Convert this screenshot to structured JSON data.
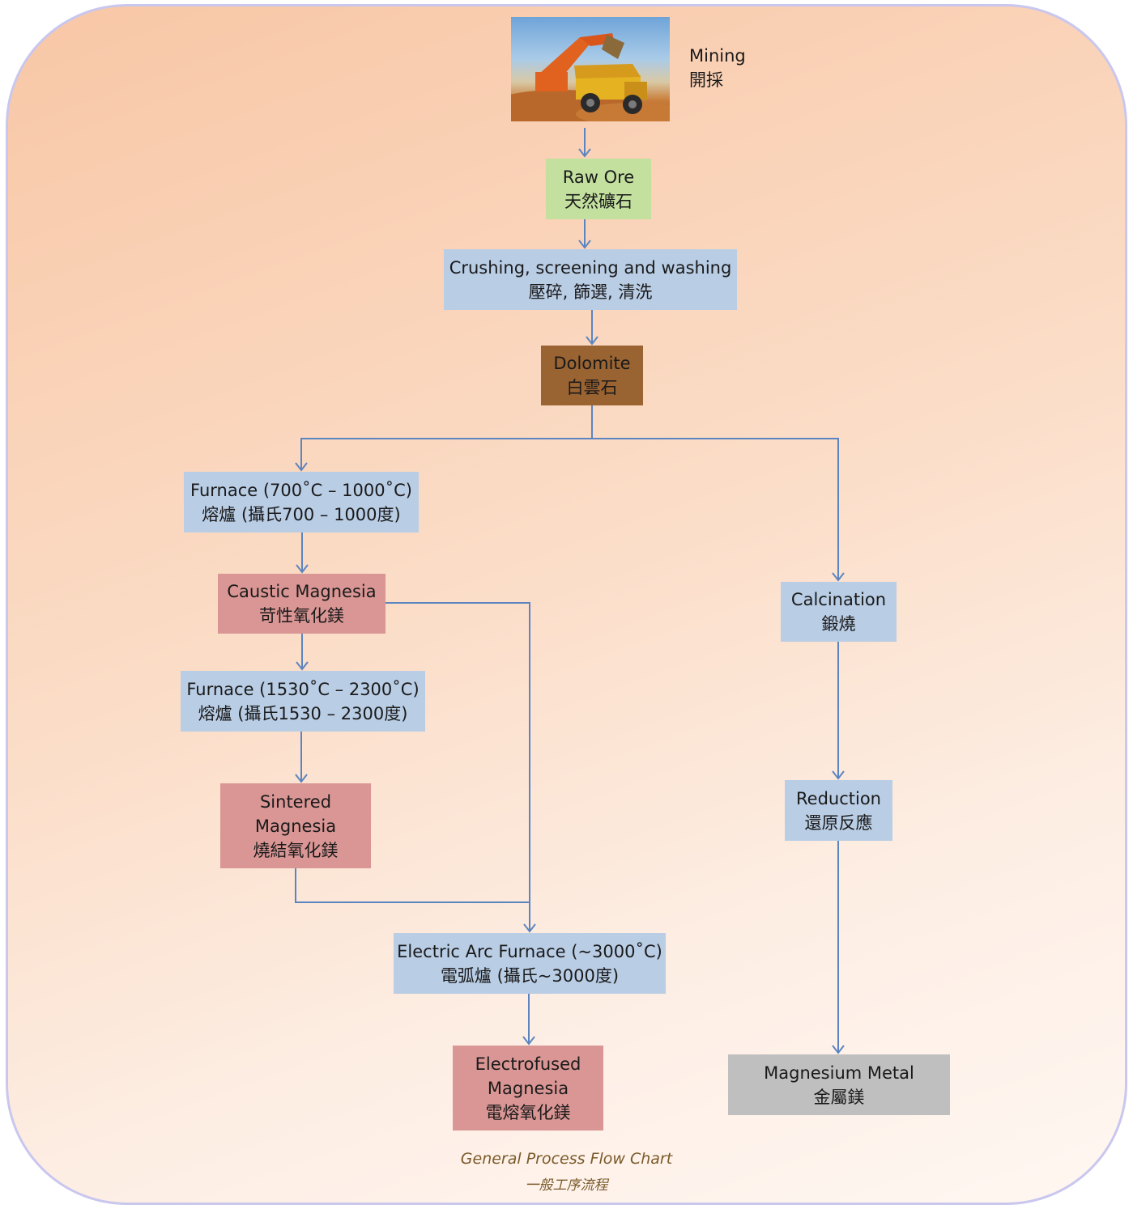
{
  "mining": {
    "en": "Mining",
    "zh": "開採"
  },
  "nodes": {
    "raw_ore": {
      "en": "Raw Ore",
      "zh": "天然礦石"
    },
    "crushing": {
      "en": "Crushing, screening and washing",
      "zh": "壓碎, 篩選, 清洗"
    },
    "dolomite": {
      "en": "Dolomite",
      "zh": "白雲石"
    },
    "furnace1": {
      "en": "Furnace (700˚C – 1000˚C)",
      "zh": "熔爐 (攝氏700 – 1000度)"
    },
    "caustic": {
      "en": "Caustic Magnesia",
      "zh": "苛性氧化鎂"
    },
    "furnace2": {
      "en": "Furnace (1530˚C – 2300˚C)",
      "zh": "熔爐 (攝氏1530 – 2300度)"
    },
    "sintered": {
      "en1": "Sintered",
      "en2": "Magnesia",
      "zh": "燒結氧化鎂"
    },
    "arc_furnace": {
      "en": "Electric Arc Furnace (~3000˚C)",
      "zh": "電弧爐 (攝氏~3000度)"
    },
    "electrofused": {
      "en1": "Electrofused",
      "en2": "Magnesia",
      "zh": "電熔氧化鎂"
    },
    "calcination": {
      "en": "Calcination",
      "zh": "鍛燒"
    },
    "reduction": {
      "en": "Reduction",
      "zh": "還原反應"
    },
    "metal": {
      "en": "Magnesium Metal",
      "zh": "金屬鎂"
    }
  },
  "caption": {
    "en": "General Process Flow Chart",
    "zh": "一般工序流程"
  },
  "colors": {
    "blue_box": "#b9cde5",
    "green_box": "#c3e09f",
    "brown_box": "#9a6332",
    "red_box": "#d99694",
    "gray_box": "#bfbfbf",
    "connector": "#5b85c1"
  }
}
